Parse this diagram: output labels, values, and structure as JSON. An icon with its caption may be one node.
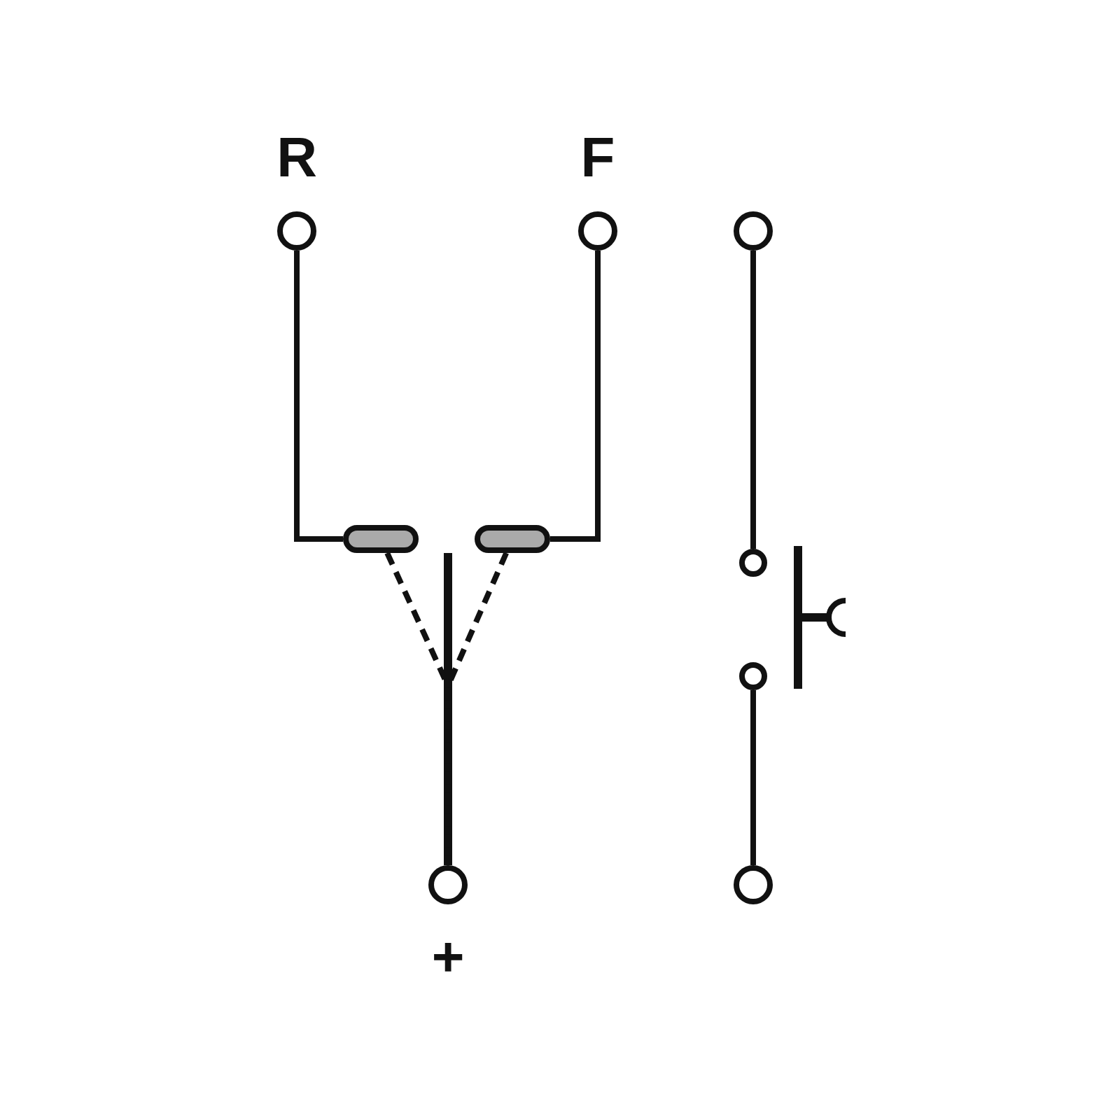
{
  "diagram": {
    "nodes": [
      {
        "text": [
          "R"
        ]
      },
      {
        "text": [
          "F"
        ]
      },
      {
        "text": [],
        "shape": "circle"
      },
      {
        "text": [],
        "shape": "box"
      },
      {
        "text": [],
        "shape": "box"
      },
      {
        "text": [],
        "shape": "circle"
      },
      {
        "text": [],
        "shape": "circle"
      },
      {
        "text": [
          "+"
        ]
      },
      {
        "text": [],
        "shape": "circle"
      }
    ],
    "edges": [
      {
        "from": 0,
        "to": 3,
        "arrow": "none"
      },
      {
        "from": 1,
        "to": 4,
        "arrow": "none"
      },
      {
        "from": 2,
        "to": 5,
        "arrow": "none"
      },
      {
        "from": 6,
        "to": 8,
        "arrow": "none"
      },
      {
        "from": 3,
        "to": 7,
        "arrow": "none",
        "style": "dashed"
      },
      {
        "from": 4,
        "to": 7,
        "arrow": "none",
        "style": "dashed"
      }
    ]
  }
}
